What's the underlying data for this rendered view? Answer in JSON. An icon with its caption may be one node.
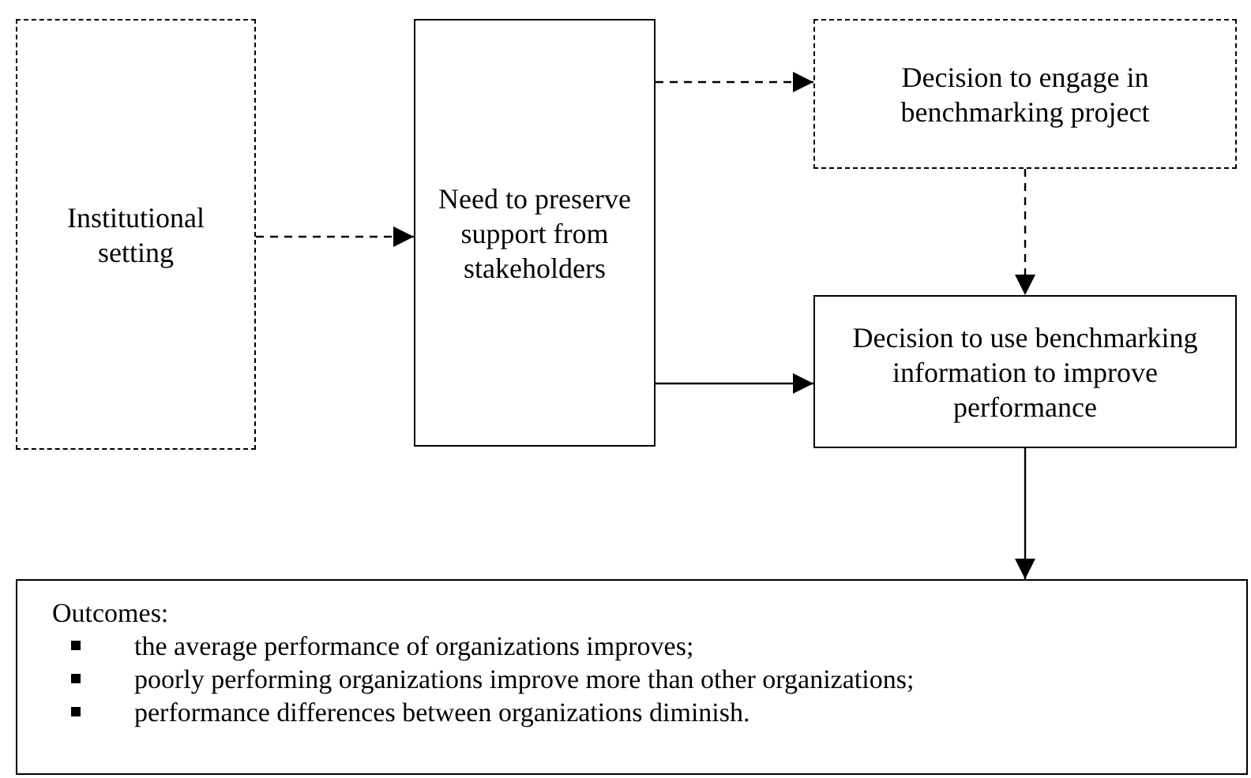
{
  "diagram": {
    "nodes": [
      {
        "text": [
          "Institutional setting"
        ]
      },
      {
        "text": [
          "Need to preserve support from stakeholders"
        ]
      },
      {
        "text": [
          "Decision to engage in benchmarking project"
        ]
      },
      {
        "text": [
          "Decision to use benchmarking information to improve performance"
        ]
      },
      {
        "text": [
          "Outcomes:",
          "the average performance of organizations improves;",
          "poorly performing organizations improve more than other organizations;",
          "performance differences between organizations diminish."
        ]
      }
    ],
    "edges": [
      {
        "from": 0,
        "to": 1,
        "arrow": "to",
        "style": "dashed"
      },
      {
        "from": 1,
        "to": 2,
        "arrow": "to",
        "style": "dashed"
      },
      {
        "from": 2,
        "to": 3,
        "arrow": "to",
        "style": "dashed"
      },
      {
        "from": 1,
        "to": 3,
        "arrow": "to"
      },
      {
        "from": 3,
        "to": 4,
        "arrow": "to"
      }
    ]
  }
}
